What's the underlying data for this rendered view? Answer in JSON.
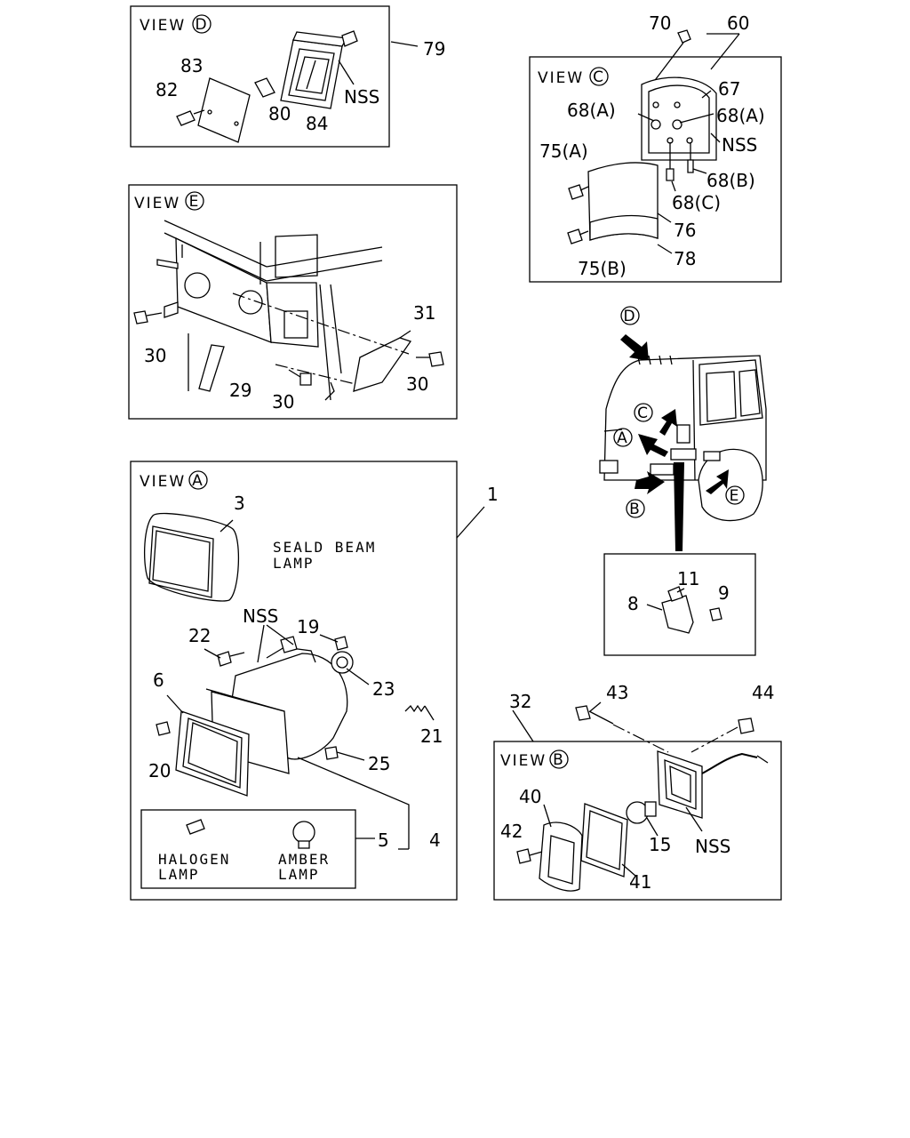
{
  "views": {
    "d": {
      "title": "VIEW",
      "letter": "D"
    },
    "e": {
      "title": "VIEW",
      "letter": "E"
    },
    "c": {
      "title": "VIEW",
      "letter": "C"
    },
    "a": {
      "title": "VIEW",
      "letter": "A"
    },
    "b": {
      "title": "VIEW",
      "letter": "B"
    }
  },
  "captions": {
    "sealed_beam_1": "SEALD BEAM",
    "sealed_beam_2": "LAMP",
    "halogen_1": "HALOGEN",
    "halogen_2": "LAMP",
    "amber_1": "AMBER",
    "amber_2": "LAMP"
  },
  "truck_markers": [
    "D",
    "C",
    "A",
    "B",
    "E"
  ],
  "parts": {
    "p79": "79",
    "p83": "83",
    "p82": "82",
    "p80": "80",
    "p84": "84",
    "nss_d": "NSS",
    "p70": "70",
    "p60": "60",
    "p67": "67",
    "p68a_l": "68(A)",
    "p68a_r": "68(A)",
    "nss_c": "NSS",
    "p75a": "75(A)",
    "p68b": "68(B)",
    "p68c": "68(C)",
    "p76": "76",
    "p78": "78",
    "p75b": "75(B)",
    "p31": "31",
    "p30_a": "30",
    "p30_b": "30",
    "p30_c": "30",
    "p29": "29",
    "p1": "1",
    "p3": "3",
    "nss_a": "NSS",
    "p19": "19",
    "p22": "22",
    "p6": "6",
    "p23": "23",
    "p21": "21",
    "p20": "20",
    "p25": "25",
    "p5": "5",
    "p4": "4",
    "p11": "11",
    "p8": "8",
    "p9": "9",
    "p32": "32",
    "p43": "43",
    "p44": "44",
    "p40": "40",
    "p42": "42",
    "p15": "15",
    "nss_b": "NSS",
    "p41": "41"
  }
}
